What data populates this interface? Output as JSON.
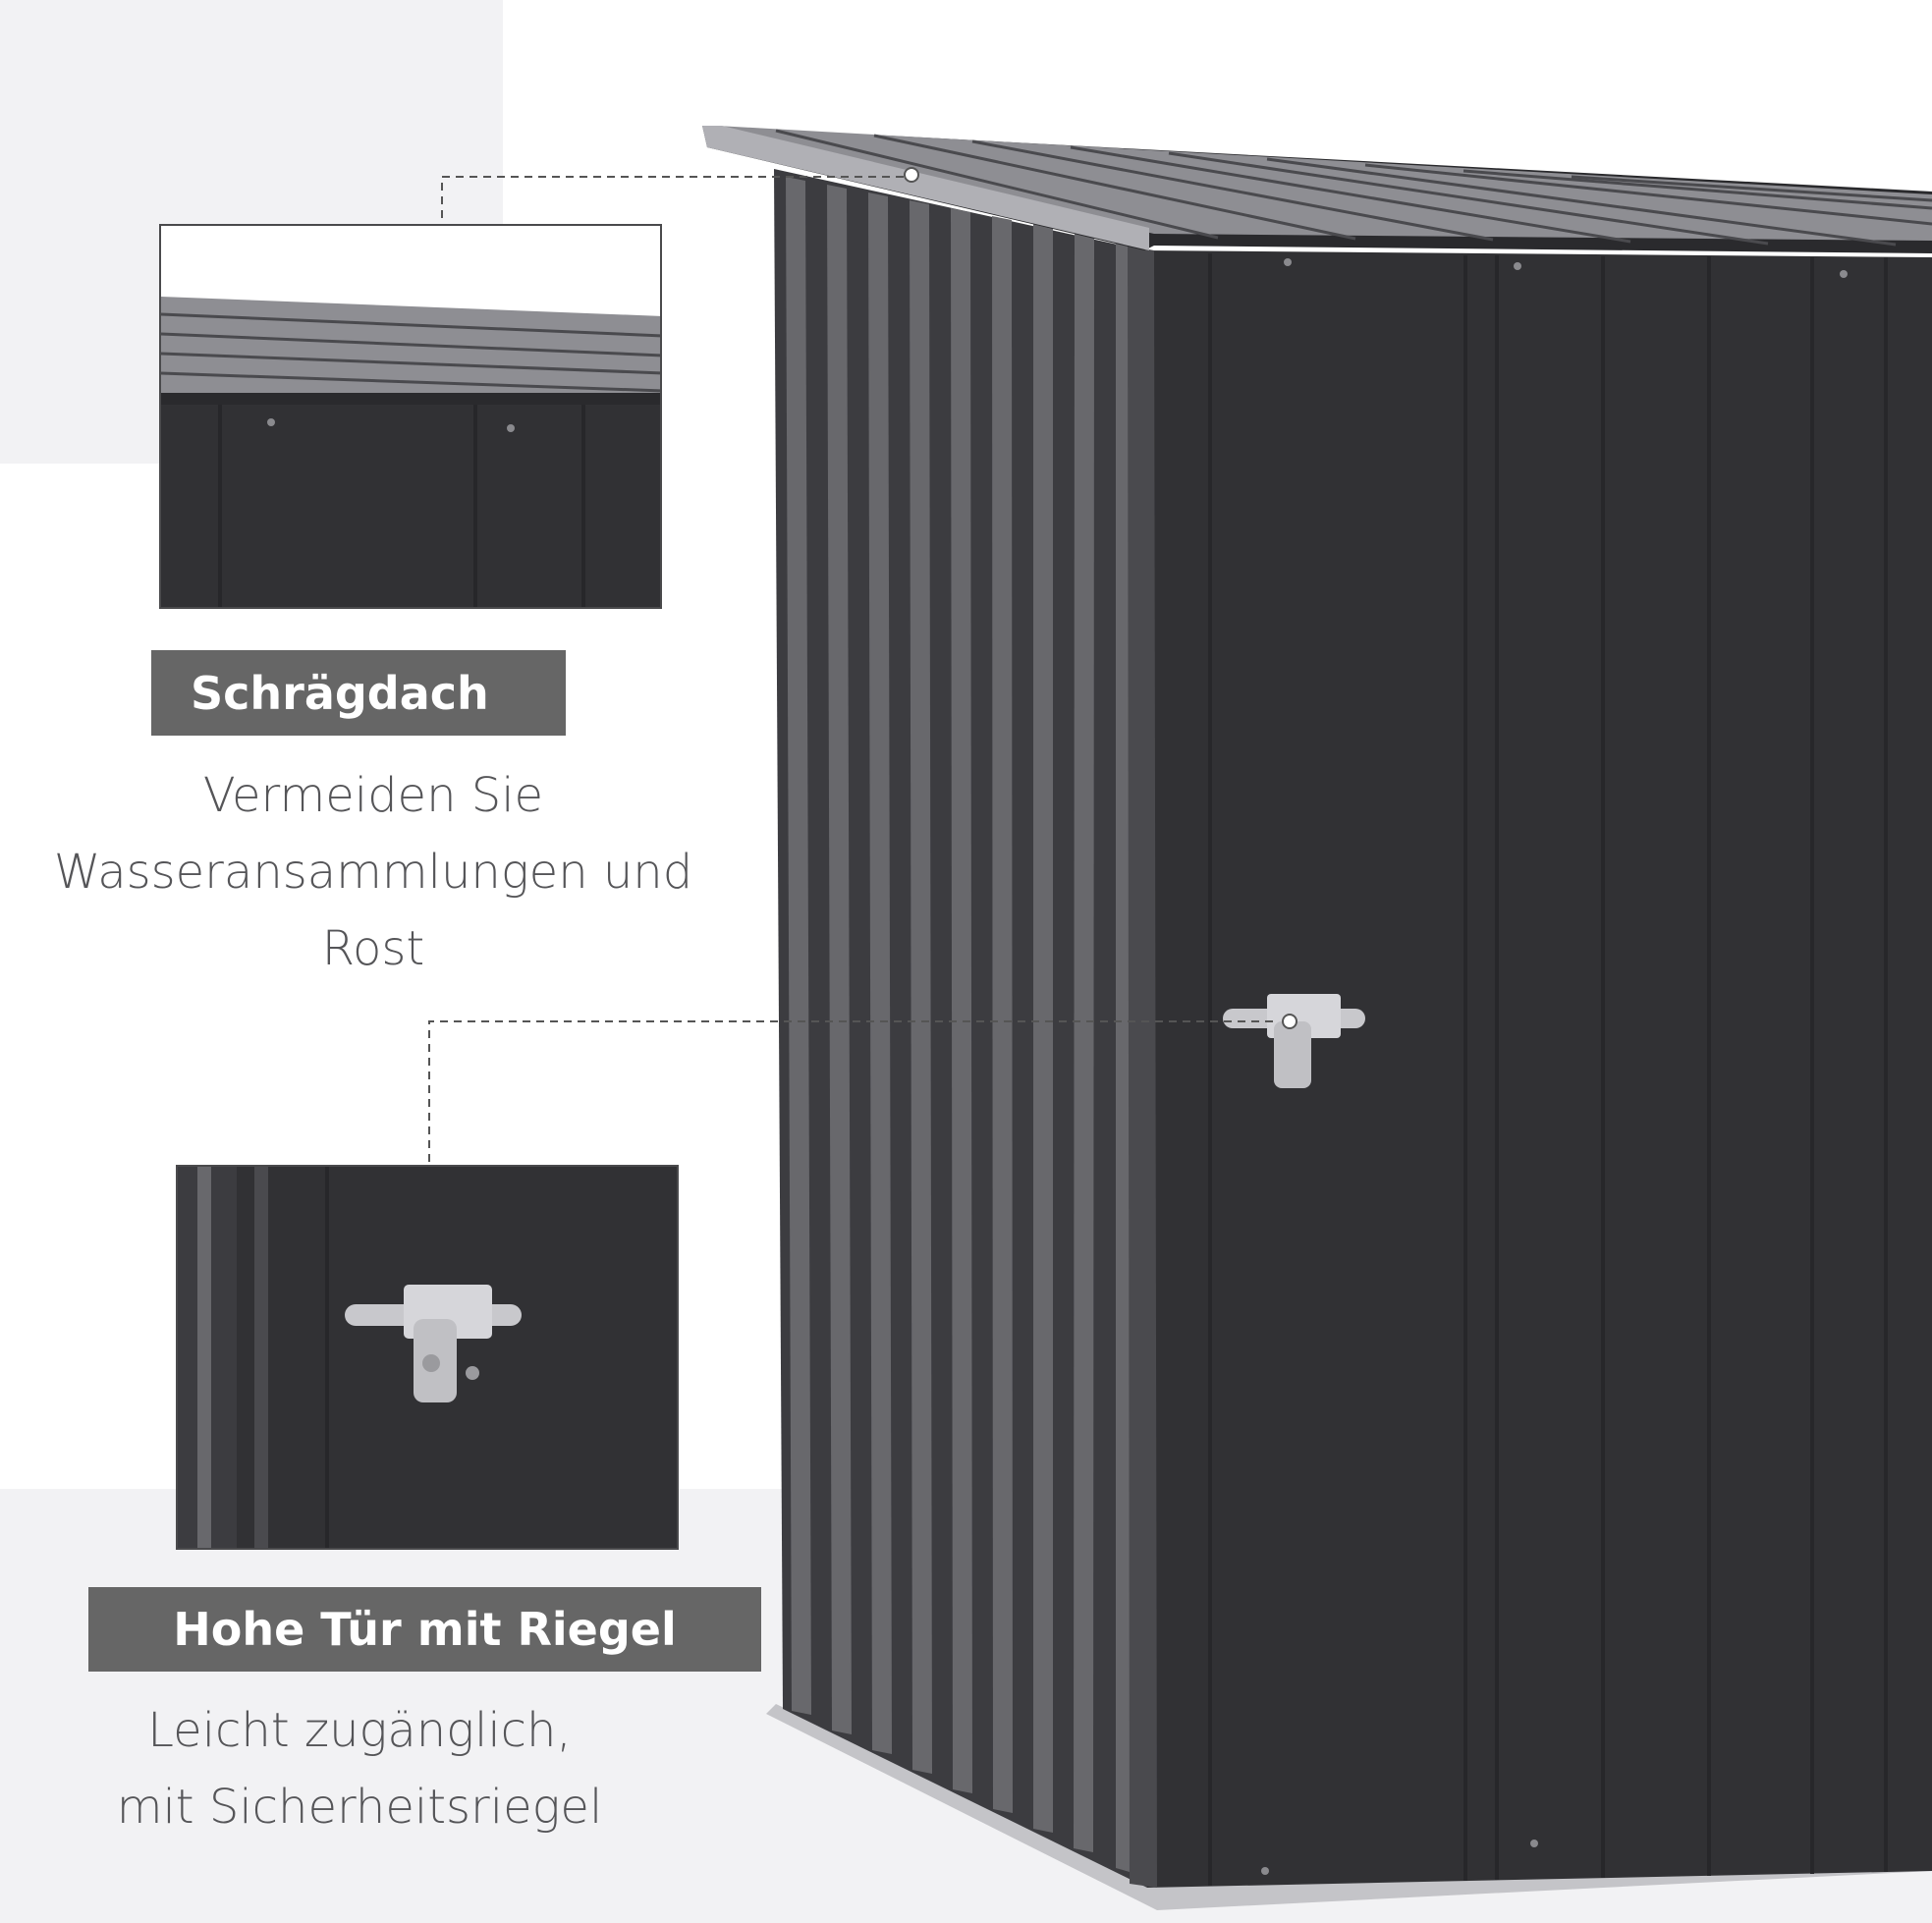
{
  "features": [
    {
      "title": "Schrägdach",
      "lines": [
        "Vermeiden Sie",
        "Wasseransammlungen und Rost"
      ]
    },
    {
      "title": "Hohe Tür mit Riegel",
      "lines": [
        "Leicht zugänglich,",
        "mit Sicherheitsriegel"
      ]
    }
  ],
  "colors": {
    "shed_body": "#313134",
    "shed_panel": "#3a3a3d",
    "roof_light": "#9a9a9e",
    "label_bg": "#666666",
    "caption_text": "#555558",
    "background": "#f2f2f4"
  }
}
